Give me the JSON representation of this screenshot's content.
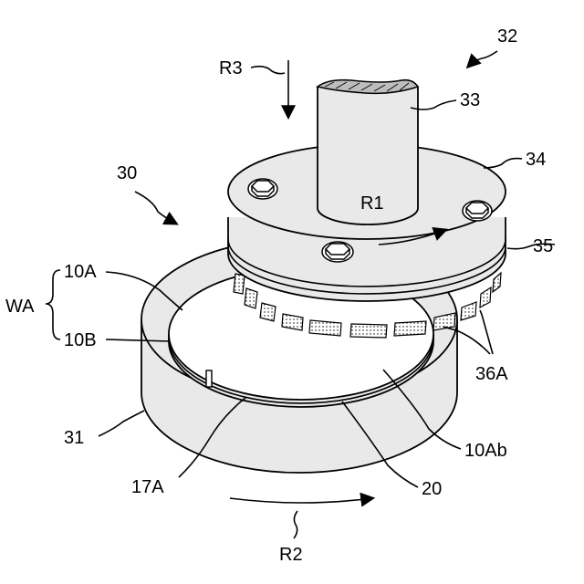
{
  "labels": {
    "apparatus": "32",
    "shaft": "33",
    "head": "34",
    "plate": "35",
    "press_arrow": "R3",
    "head_rotation": "R1",
    "assembly": "30",
    "wafer_top": "10A",
    "wafer_stack": "WA",
    "wafer_bottom": "10B",
    "segments": "36A",
    "table": "31",
    "wafer_surface": "10Ab",
    "notch": "17A",
    "bond_layer": "20",
    "table_rotation": "R2"
  },
  "colors": {
    "line": "#000000",
    "part_fill": "#e9e9e9",
    "background": "#ffffff"
  }
}
